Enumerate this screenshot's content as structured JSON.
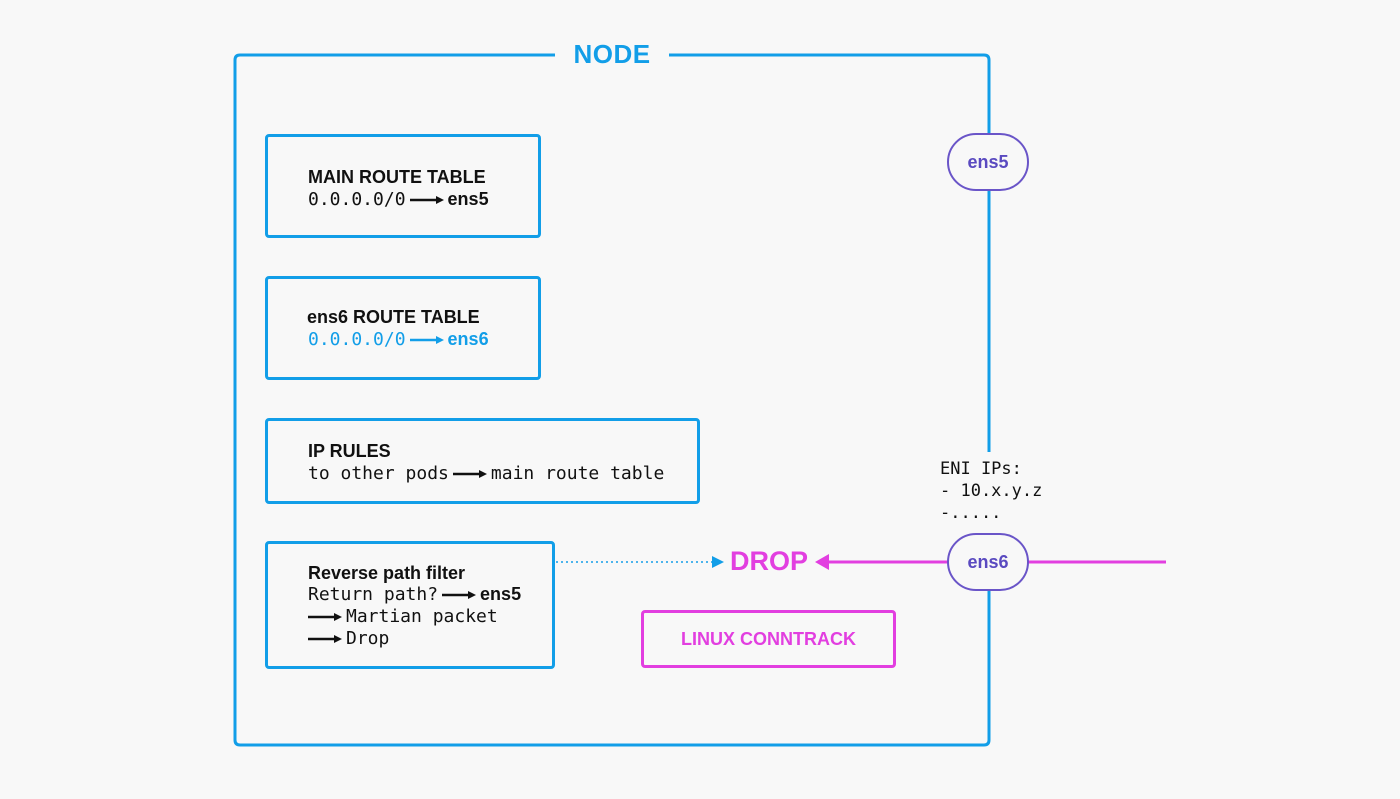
{
  "node": {
    "title": "NODE"
  },
  "main_route_table": {
    "title": "MAIN ROUTE TABLE",
    "route": "0.0.0.0/0",
    "target": "ens5"
  },
  "ens6_route_table": {
    "title": "ens6 ROUTE TABLE",
    "route": "0.0.0.0/0",
    "target": "ens6"
  },
  "ip_rules": {
    "title": "IP RULES",
    "rule_from": "to other pods",
    "rule_to": "main route table"
  },
  "rpf": {
    "title": "Reverse path filter",
    "line1": "Return path?",
    "line1_target": "ens5",
    "line2": "Martian packet",
    "line3": "Drop"
  },
  "interfaces": {
    "ens5": "ens5",
    "ens6": "ens6"
  },
  "eni_ips": {
    "heading": "ENI IPs:",
    "line1": "- 10.x.y.z",
    "line2": "-....."
  },
  "drop": "DROP",
  "conntrack": "LINUX CONNTRACK",
  "colors": {
    "blue": "#129ee8",
    "magenta": "#e23fe0",
    "purple": "#6a55c8",
    "background": "#f8f8f8"
  }
}
